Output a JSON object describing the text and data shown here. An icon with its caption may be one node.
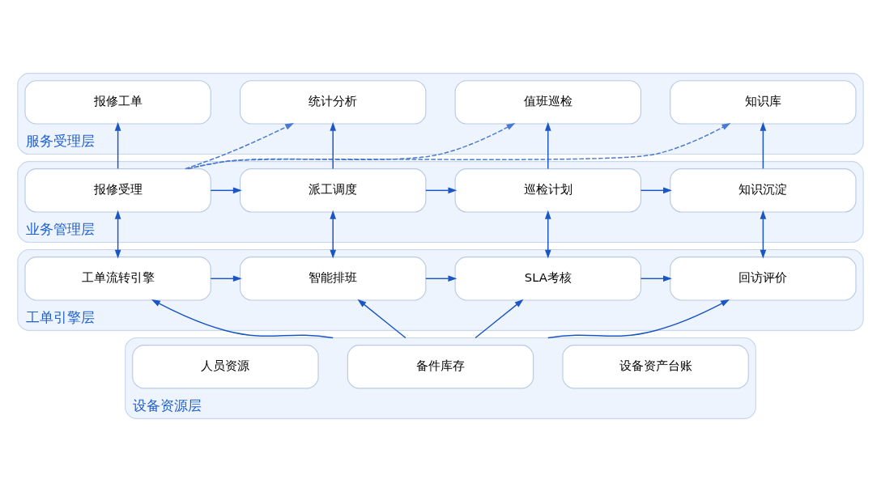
{
  "diagram": {
    "nodes": [
      {
        "text": [
          "服务受理层"
        ]
      },
      {
        "text": [
          "报修工单"
        ],
        "in": 0
      },
      {
        "text": [
          "统计分析"
        ],
        "in": 0
      },
      {
        "text": [
          "值班巡检"
        ],
        "in": 0
      },
      {
        "text": [
          "知识库"
        ],
        "in": 0
      },
      {
        "text": [
          "业务管理层"
        ]
      },
      {
        "text": [
          "报修受理"
        ],
        "in": 5
      },
      {
        "text": [
          "派工调度"
        ],
        "in": 5
      },
      {
        "text": [
          "巡检计划"
        ],
        "in": 5
      },
      {
        "text": [
          "知识沉淀"
        ],
        "in": 5
      },
      {
        "text": [
          "工单引擎层"
        ]
      },
      {
        "text": [
          "工单流转引擎"
        ],
        "in": 10
      },
      {
        "text": [
          "智能排班"
        ],
        "in": 10
      },
      {
        "text": [
          "SLA考核"
        ],
        "in": 10
      },
      {
        "text": [
          "回访评价"
        ],
        "in": 10
      },
      {
        "text": [
          "设备资源层"
        ]
      },
      {
        "text": [
          "设备资产台账"
        ],
        "in": 15
      },
      {
        "text": [
          "备件库存"
        ],
        "in": 15
      },
      {
        "text": [
          "人员资源"
        ],
        "in": 15
      }
    ],
    "edges": [
      {
        "from": 6,
        "to": 1,
        "arrow": "to"
      },
      {
        "from": 7,
        "to": 2,
        "arrow": "to"
      },
      {
        "from": 8,
        "to": 3,
        "arrow": "to"
      },
      {
        "from": 9,
        "to": 4,
        "arrow": "to"
      },
      {
        "from": 6,
        "to": 2,
        "arrow": "to",
        "style": "dashed"
      },
      {
        "from": 6,
        "to": 3,
        "arrow": "to",
        "style": "dashed"
      },
      {
        "from": 6,
        "to": 4,
        "arrow": "to",
        "style": "dashed"
      },
      {
        "from": 6,
        "to": 7,
        "arrow": "to"
      },
      {
        "from": 7,
        "to": 8,
        "arrow": "to"
      },
      {
        "from": 8,
        "to": 9,
        "arrow": "to"
      },
      {
        "from": 11,
        "to": 6,
        "arrow": "both"
      },
      {
        "from": 12,
        "to": 7,
        "arrow": "both"
      },
      {
        "from": 13,
        "to": 8,
        "arrow": "both"
      },
      {
        "from": 14,
        "to": 9,
        "arrow": "both"
      },
      {
        "from": 11,
        "to": 12,
        "arrow": "to"
      },
      {
        "from": 12,
        "to": 13,
        "arrow": "to"
      },
      {
        "from": 13,
        "to": 14,
        "arrow": "to"
      },
      {
        "from": 15,
        "to": 11,
        "arrow": "to"
      },
      {
        "from": 15,
        "to": 12,
        "arrow": "to"
      },
      {
        "from": 15,
        "to": 13,
        "arrow": "to"
      },
      {
        "from": 15,
        "to": 14,
        "arrow": "to"
      }
    ]
  }
}
